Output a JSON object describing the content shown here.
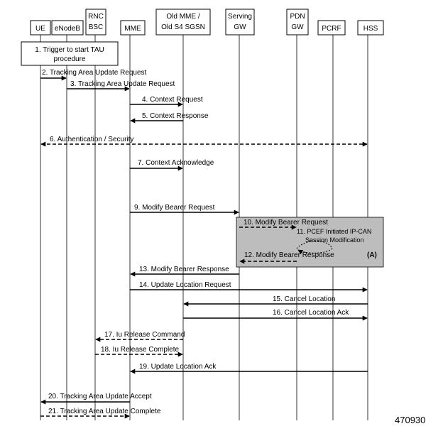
{
  "participants": {
    "ue": "UE",
    "enodeb": "eNodeB",
    "rnc_line1": "RNC",
    "rnc_line2": "BSC",
    "mme": "MME",
    "old_mme_line1": "Old MME /",
    "old_mme_line2": "Old S4 SGSN",
    "sgw_line1": "Serving",
    "sgw_line2": "GW",
    "pgw_line1": "PDN",
    "pgw_line2": "GW",
    "pcrf": "PCRF",
    "hss": "HSS"
  },
  "trigger": {
    "line1": "1. Trigger to start TAU",
    "line2": "procedure"
  },
  "messages": {
    "m2": "2. Tracking Area Update Request",
    "m3": "3. Tracking Area Update Request",
    "m4": "4. Context Request",
    "m5": "5. Context Response",
    "m6": "6. Authentication / Security",
    "m7": "7. Context Acknowledge",
    "m9": "9. Modify Bearer Request",
    "m10": "10. Modify Bearer Request",
    "m11_line1": "11. PCEF Initiated IP-CAN",
    "m11_line2": "Session Modification",
    "m12": "12. Modify Bearer Response",
    "label_a": "(A)",
    "m13": "13. Modify Bearer Response",
    "m14": "14. Update Location Request",
    "m15": "15. Cancel Location",
    "m16": "16. Cancel Location Ack",
    "m17": "17. Iu Release Command",
    "m18": "18. Iu Release Complete",
    "m19": "19. Update Location Ack",
    "m20": "20. Tracking Area Update Accept",
    "m21": "21. Tracking Area Update Complete"
  },
  "figure_number": "470930"
}
